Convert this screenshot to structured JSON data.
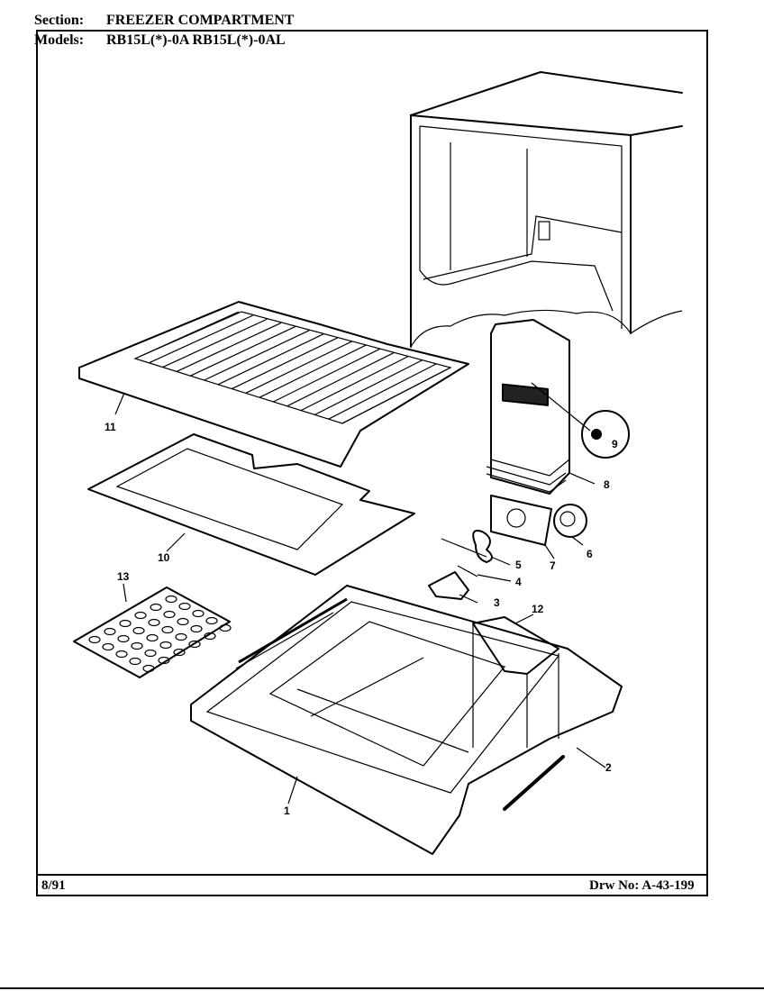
{
  "header": {
    "section_label": "Section:",
    "section_value": "FREEZER COMPARTMENT",
    "models_label": "Models:",
    "models_value": "RB15L(*)-0A  RB15L(*)-0AL"
  },
  "footer": {
    "date": "8/91",
    "drawing_number": "Drw No: A-43-199"
  },
  "callouts": [
    "1",
    "2",
    "3",
    "4",
    "5",
    "6",
    "7",
    "8",
    "9",
    "10",
    "11",
    "12",
    "13"
  ]
}
